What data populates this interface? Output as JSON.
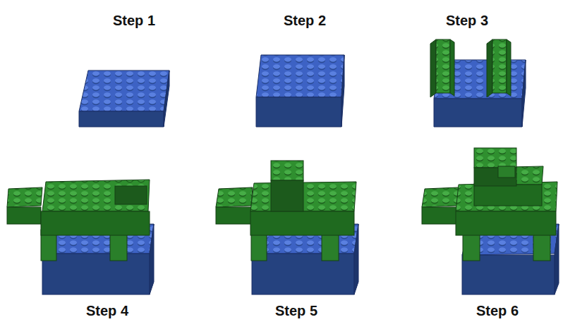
{
  "diagram": {
    "labels": [
      "Step 1",
      "Step 2",
      "Step 3",
      "Step 4",
      "Step 5",
      "Step 6"
    ]
  }
}
